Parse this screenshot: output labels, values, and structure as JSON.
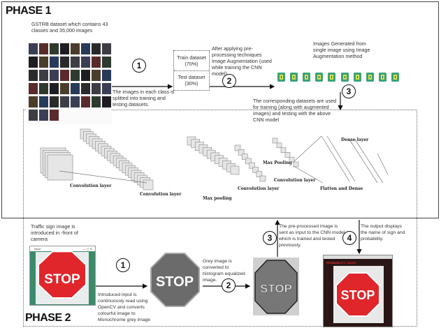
{
  "phase1": {
    "title": "PHASE 1",
    "dataset_caption": "GSTRB dataset which contains 43 classes and 35,000 images",
    "step1_text": "The images in each class is splitted into training and testing datasets.",
    "train_label": "Train dataset",
    "train_pct": "(70%)",
    "test_label": "Test dataset",
    "test_pct": "(30%)",
    "step2_text": "After applying pre-processing techniques Image Augmentation (used while training the CNN model).",
    "augment_caption": "Images Generated from single image using Image Augmentation method",
    "step3_text": "The corresponding datasets are used for training (along with augmented images) and testing with the above CNN model",
    "steps": [
      "1",
      "2",
      "3"
    ]
  },
  "cnn": {
    "labels": [
      "Convolution layer",
      "Convolution layer",
      "Max pooling",
      "Convolution layer",
      "Max Pooling",
      "Convolution layer",
      "Dense layer",
      "Flatten and Dense"
    ]
  },
  "phase2": {
    "title": "PHASE 2",
    "input_caption": "Traffic sign image is introduced in -front of camera",
    "window_title": "Input",
    "sign_text": "STOP",
    "step1_text": "Introduced input is continuously read using OpenCV and converts colourful image to Monochrome grey image",
    "step2_text": "Grey image is converted to histogram equalized image.",
    "step3_text": "The pre-processed image is sent as input to the CNN model which is trained and tested previously.",
    "step4_text": "The output displays the name of sign and probability.",
    "output_prob": "PROBABILITY: 100.0%",
    "steps": [
      "1",
      "2",
      "3",
      "4"
    ]
  },
  "colors": {
    "stop_red": "#e0262b",
    "grey": "#6b6b6b"
  }
}
